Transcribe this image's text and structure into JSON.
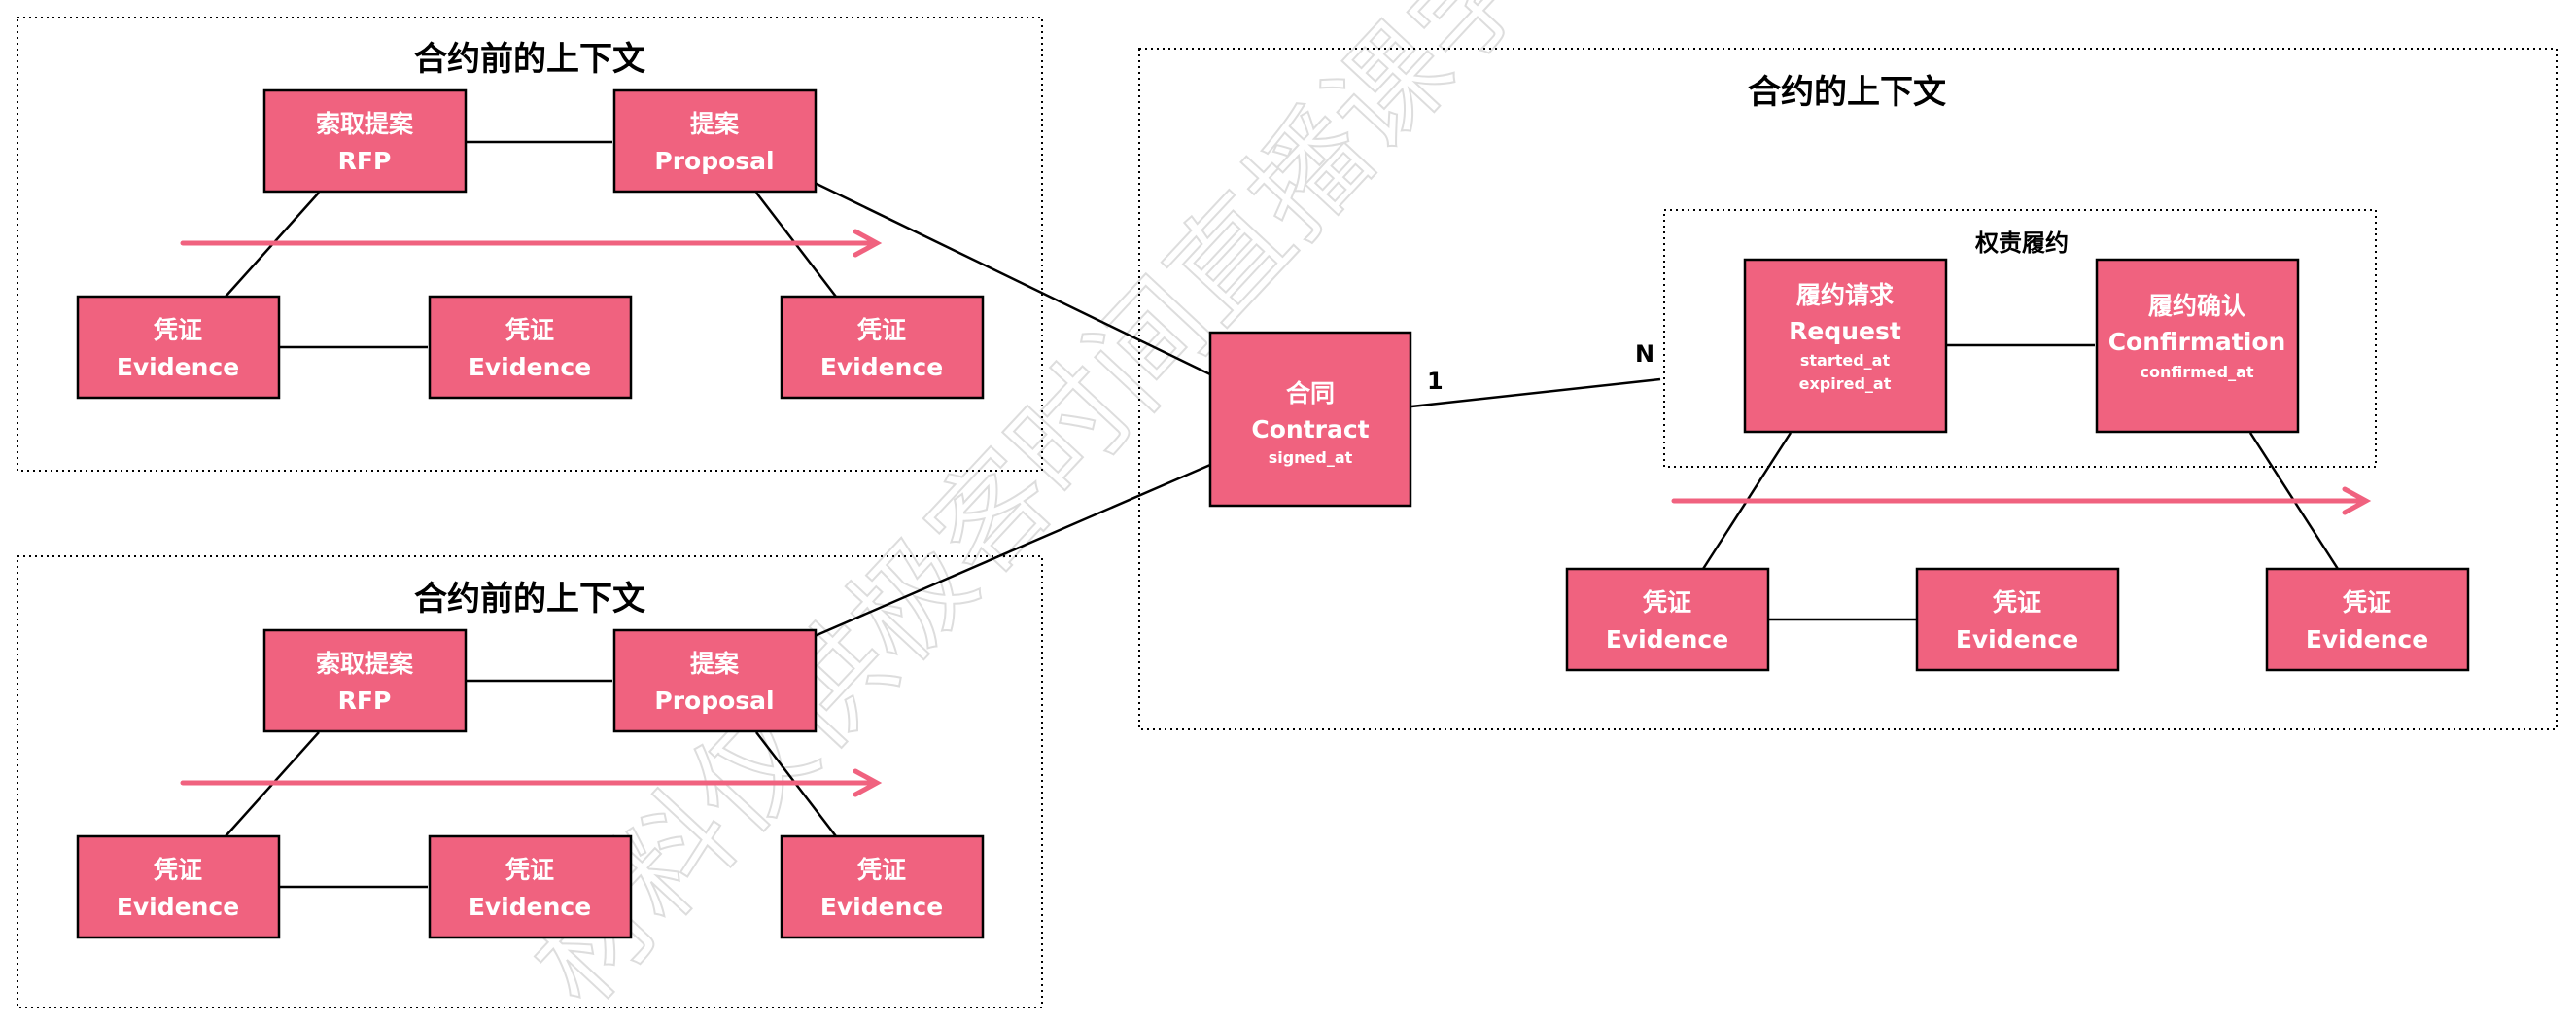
{
  "colors": {
    "node_fill": "#f0627f",
    "flow_arrow": "#f0627f",
    "outline": "#000000",
    "watermark": "#dddddd"
  },
  "contexts": {
    "pre_top_title": "合约前的上下文",
    "pre_bottom_title": "合约前的上下文",
    "contract_title": "合约的上下文",
    "fulfillment_title": "权责履约"
  },
  "nodes": {
    "rfp": {
      "zh": "索取提案",
      "en": "RFP"
    },
    "proposal": {
      "zh": "提案",
      "en": "Proposal"
    },
    "evidence": {
      "zh": "凭证",
      "en": "Evidence"
    },
    "contract": {
      "zh": "合同",
      "en": "Contract",
      "attr": "signed_at"
    },
    "request": {
      "zh": "履约请求",
      "en": "Request",
      "attr1": "started_at",
      "attr2": "expired_at"
    },
    "confirmation": {
      "zh": "履约确认",
      "en": "Confirmation",
      "attr": "confirmed_at"
    }
  },
  "cardinality": {
    "contract_side": "1",
    "request_side": "N"
  },
  "watermark": "材料仅供极客时间直播课学习"
}
